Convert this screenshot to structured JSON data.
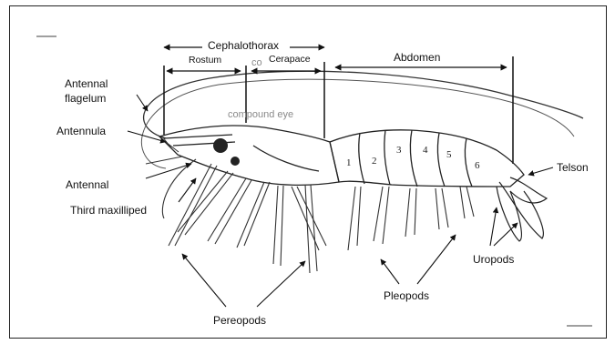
{
  "labels": {
    "cephalothorax": "Cephalothorax",
    "rostum": "Rostum",
    "cerapace": "Cerapace",
    "abdomen": "Abdomen",
    "antennal_flagelum_1": "Antennal",
    "antennal_flagelum_2": "flagelum",
    "antennula": "Antennula",
    "antennal": "Antennal",
    "third_maxilliped": "Third maxilliped",
    "pereopods": "Pereopods",
    "pleopods": "Pleopods",
    "uropods": "Uropods",
    "telson": "Telson",
    "compound_eye": "compound eye",
    "faint_co": "co"
  },
  "segments": [
    "1",
    "2",
    "3",
    "4",
    "5",
    "6"
  ],
  "colors": {
    "ink": "#111111",
    "frame": "#222222",
    "faint": "#8a8a8a"
  }
}
